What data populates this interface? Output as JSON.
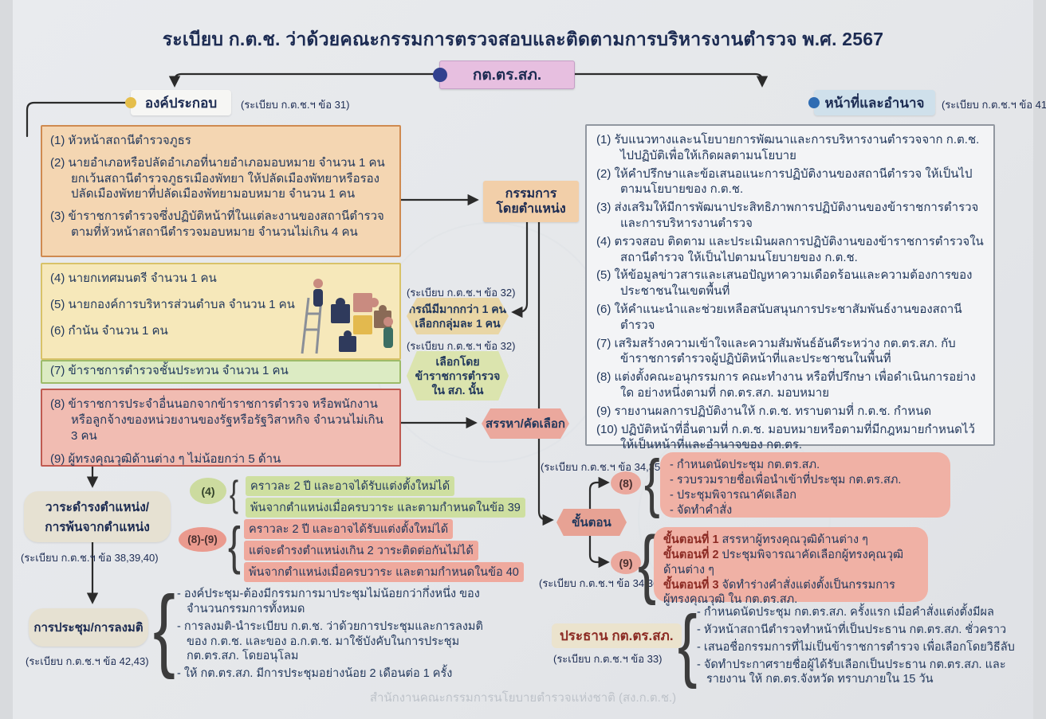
{
  "title": "ระเบียบ ก.ต.ช. ว่าด้วยคณะกรรมการตรวจสอบและติดตามการบริหารงานตำรวจ พ.ศ. 2567",
  "center": {
    "label": "กต.ตร.สภ."
  },
  "composition": {
    "heading": "องค์ประกอบ",
    "ref": "(ระเบียบ ก.ต.ช.ฯ ข้อ 31)",
    "box1": {
      "items": [
        "(1) หัวหน้าสถานีตำรวจภูธร",
        "(2) นายอำเภอหรือปลัดอำเภอที่นายอำเภอมอบหมาย จำนวน 1 คน ยกเว้นสถานีตำรวจภูธรเมืองพัทยา ให้ปลัดเมืองพัทยาหรือรองปลัดเมืองพัทยาที่ปลัดเมืองพัทยามอบหมาย จำนวน 1 คน",
        "(3) ข้าราชการตำรวจซึ่งปฏิบัติหน้าที่ในแต่ละงานของสถานีตำรวจ ตามที่หัวหน้าสถานีตำรวจมอบหมาย จำนวนไม่เกิน 4 คน"
      ]
    },
    "box2": {
      "items": [
        "(4) นายกเทศมนตรี จำนวน 1 คน",
        "(5) นายกองค์การบริหารส่วนตำบล จำนวน 1 คน",
        "(6) กำนัน จำนวน 1 คน"
      ]
    },
    "box3": {
      "items": [
        "(7) ข้าราชการตำรวจชั้นประทวน จำนวน 1 คน"
      ]
    },
    "box4": {
      "items": [
        "(8) ข้าราชการประจำอื่นนอกจากข้าราชการตำรวจ หรือพนักงาน หรือลูกจ้างของหน่วยงานของรัฐหรือรัฐวิสาหกิจ จำนวนไม่เกิน 3 คน",
        "(9) ผู้ทรงคุณวุฒิด้านต่าง ๆ ไม่น้อยกว่า 5 ด้าน"
      ]
    }
  },
  "middle": {
    "ex_officio": {
      "line1": "กรรมการ",
      "line2": "โดยตำแหน่ง"
    },
    "ref32a": "(ระเบียบ ก.ต.ช.ฯ ข้อ 32)",
    "hex_tan": {
      "lines": [
        "กรณีมีมากกว่า 1 คน",
        "เลือกกลุ่มละ 1 คน"
      ]
    },
    "ref32b": "(ระเบียบ ก.ต.ช.ฯ ข้อ 32)",
    "hex_green": {
      "lines": [
        "เลือกโดย",
        "ข้าราชการตำรวจ",
        "ใน สภ. นั้น"
      ]
    },
    "hex_select": "สรรหา/คัดเลือก",
    "hex_steps": "ขั้นตอน"
  },
  "duties": {
    "heading": "หน้าที่และอำนาจ",
    "ref": "(ระเบียบ ก.ต.ช.ฯ ข้อ 41)",
    "items": [
      "(1) รับแนวทางและนโยบายการพัฒนาและการบริหารงานตำรวจจาก ก.ต.ช. ไปปฏิบัติเพื่อให้เกิดผลตามนโยบาย",
      "(2) ให้คำปรึกษาและข้อเสนอแนะการปฏิบัติงานของสถานีตำรวจ ให้เป็นไปตามนโยบายของ ก.ต.ช.",
      "(3) ส่งเสริมให้มีการพัฒนาประสิทธิภาพการปฏิบัติงานของข้าราชการตำรวจ และการบริหารงานตำรวจ",
      "(4) ตรวจสอบ ติดตาม และประเมินผลการปฏิบัติงานของข้าราชการตำรวจใน สถานีตำรวจ ให้เป็นไปตามนโยบายของ ก.ต.ช.",
      "(5) ให้ข้อมูลข่าวสารและเสนอปัญหาความเดือดร้อนและความต้องการของ ประชาชนในเขตพื้นที่",
      "(6) ให้คำแนะนำและช่วยเหลือสนับสนุนการประชาสัมพันธ์งานของสถานีตำรวจ",
      "(7) เสริมสร้างความเข้าใจและความสัมพันธ์อันดีระหว่าง กต.ตร.สภ. กับ ข้าราชการตำรวจผู้ปฏิบัติหน้าที่และประชาชนในพื้นที่",
      "(8) แต่งตั้งคณะอนุกรรมการ คณะทำงาน หรือที่ปรึกษา เพื่อดำเนินการอย่างใด อย่างหนึ่งตามที่ กต.ตร.สภ. มอบหมาย",
      "(9) รายงานผลการปฏิบัติงานให้ ก.ต.ช. ทราบตามที่ ก.ต.ช. กำหนด",
      "(10) ปฏิบัติหน้าที่อื่นตามที่ ก.ต.ช. มอบหมายหรือตามที่มีกฎหมายกำหนดไว้ ให้เป็นหน้าที่และอำนาจของ กต.ตร."
    ]
  },
  "selection8": {
    "ref": "(ระเบียบ ก.ต.ช.ฯ ข้อ 34,35)",
    "badge": "(8)",
    "bullets": [
      "- กำหนดนัดประชุม กต.ตร.สภ.",
      "- รวบรวมรายชื่อเพื่อนำเข้าที่ประชุม กต.ตร.สภ.",
      "- ประชุมพิจารณาคัดเลือก",
      "- จัดทำคำสั่ง"
    ]
  },
  "selection9": {
    "ref": "(ระเบียบ ก.ต.ช.ฯ ข้อ 34,36)",
    "badge": "(9)",
    "steps": [
      {
        "label": "ขั้นตอนที่ 1",
        "text": " สรรหาผู้ทรงคุณวุฒิด้านต่าง ๆ"
      },
      {
        "label": "ขั้นตอนที่ 2",
        "text": " ประชุมพิจารณาคัดเลือกผู้ทรงคุณวุฒิด้านต่าง ๆ"
      },
      {
        "label": "ขั้นตอนที่ 3",
        "text": " จัดทำร่างคำสั่งแต่งตั้งเป็นกรรมการผู้ทรงคุณวุฒิ ใน กต.ตร.สภ."
      }
    ]
  },
  "tenure": {
    "heading1": "วาระดำรงตำแหน่ง/",
    "heading2": "การพ้นจากตำแหน่ง",
    "ref": "(ระเบียบ ก.ต.ช.ฯ ข้อ 38,39,40)",
    "badge4": "(4)",
    "green_lines": [
      "คราวละ 2 ปี และอาจได้รับแต่งตั้งใหม่ได้",
      "พ้นจากตำแหน่งเมื่อครบวาระ และตามกำหนดในข้อ 39"
    ],
    "badge89": "(8)-(9)",
    "pink_lines": [
      "คราวละ 2 ปี และอาจได้รับแต่งตั้งใหม่ได้",
      "แต่จะดำรงตำแหน่งเกิน 2 วาระติดต่อกันไม่ได้",
      "พ้นจากตำแหน่งเมื่อครบวาระ และตามกำหนดในข้อ 40"
    ]
  },
  "meeting": {
    "heading": "การประชุม/การลงมติ",
    "ref": "(ระเบียบ ก.ต.ช.ฯ ข้อ 42,43)",
    "bullets": [
      "- องค์ประชุม-ต้องมีกรรมการมาประชุมไม่น้อยกว่ากึ่งหนึ่ง ของจำนวนกรรมการทั้งหมด",
      "- การลงมติ-นำระเบียบ ก.ต.ช. ว่าด้วยการประชุมและการลงมติ ของ ก.ต.ช. และของ อ.ก.ต.ช. มาใช้บังคับในการประชุม กต.ตร.สภ. โดยอนุโลม",
      "- ให้ กต.ตร.สภ. มีการประชุมอย่างน้อย 2 เดือนต่อ 1 ครั้ง"
    ]
  },
  "chairman": {
    "heading": "ประธาน กต.ตร.สภ.",
    "ref": "(ระเบียบ ก.ต.ช.ฯ ข้อ 33)",
    "bullets": [
      "- กำหนดนัดประชุม กต.ตร.สภ. ครั้งแรก เมื่อคำสั่งแต่งตั้งมีผล",
      "- หัวหน้าสถานีตำรวจทำหน้าที่เป็นประธาน กต.ตร.สภ. ชั่วคราว",
      "- เสนอชื่อกรรมการที่ไม่เป็นข้าราชการตำรวจ เพื่อเลือกโดยวิธีลับ",
      "- จัดทำประกาศรายชื่อผู้ได้รับเลือกเป็นประธาน กต.ตร.สภ. และรายงาน ให้ กต.ตร.จังหวัด ทราบภายใน 15 วัน"
    ]
  },
  "footer": "สำนักงานคณะกรรมการนโยบายตำรวจแห่งชาติ (สง.ก.ต.ช.)",
  "colors": {
    "background": "#e7e9ec",
    "title_text": "#1c2b52",
    "center_node_bg": "#e7bfe0",
    "center_node_dot": "#32418f",
    "composition_dot": "#e5be4b",
    "duties_dot": "#2e6cb3",
    "box1_bg": "#f4d6b2",
    "box1_border": "#cf8a50",
    "box2_bg": "#f6e8ba",
    "box2_border": "#d8c268",
    "box3_bg": "#dcebc3",
    "box3_border": "#9dbb69",
    "box4_bg": "#f1bcb2",
    "box4_border": "#bf5a51",
    "ex_officio_bg": "#f2cfa9",
    "hex_tan_bg": "#e9d6a6",
    "hex_green_bg": "#dbe4ae",
    "hex_pink_bg": "#eba89d",
    "bullet_box_bg": "#f0b1a5",
    "green_highlight": "#cedfa0",
    "pink_highlight": "#efa99d",
    "step_label_text": "#8c2b24",
    "duties_box_bg": "#f3f4f6"
  }
}
